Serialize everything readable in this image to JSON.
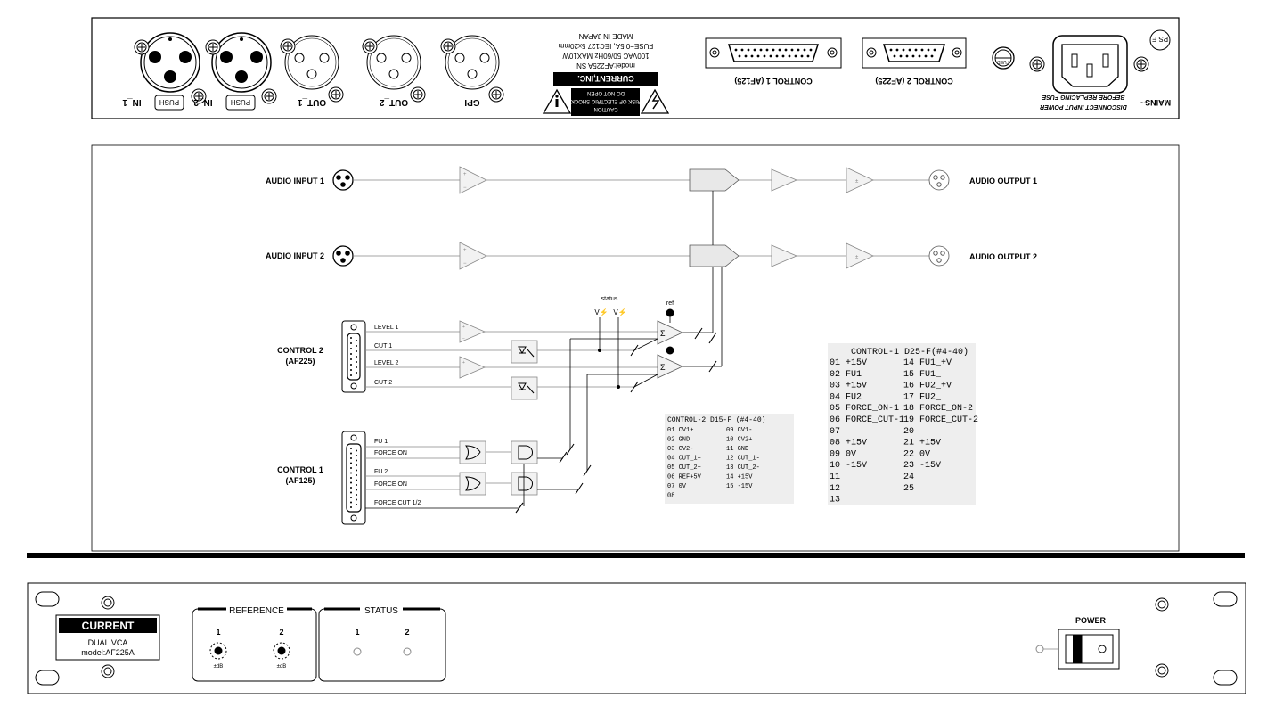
{
  "rear_panel": {
    "connectors": [
      {
        "label": "IN_1",
        "push": "PUSH"
      },
      {
        "label": "IN_2",
        "push": "PUSH"
      },
      {
        "label": "OUT_1"
      },
      {
        "label": "OUT_2"
      },
      {
        "label": "GPI"
      }
    ],
    "warning": {
      "caution": "CAUTION",
      "risk": "RISK OF ELECTRIC SHOCK",
      "do_not_open": "DO NOT OPEN",
      "company": "CURRENT,INC.",
      "model": "model:AF225A SN",
      "power": "100VAC 50/60Hz MAX10W",
      "fuse": "FUSE=0.5A, IEC127 5x20mm",
      "origin": "MADE IN JAPAN"
    },
    "control1_label": "CONTROL 1 (AF125)",
    "control2_label": "CONTROL 2 (AF225)",
    "fuse_label": "FUSE",
    "mains_label": "MAINS~",
    "disconnect_line1": "DISCONNECT INPUT POWER",
    "disconnect_line2": "BEFORE REPLACING FUSE",
    "ps_label": "PS E"
  },
  "diagram": {
    "audio_input_1": "AUDIO INPUT 1",
    "audio_input_2": "AUDIO INPUT 2",
    "audio_output_1": "AUDIO OUTPUT 1",
    "audio_output_2": "AUDIO OUTPUT 2",
    "control2_title": "CONTROL 2",
    "control2_sub": "(AF225)",
    "control1_title": "CONTROL 1",
    "control1_sub": "(AF125)",
    "level1": "LEVEL 1",
    "cut1": "CUT 1",
    "level2": "LEVEL 2",
    "cut2": "CUT 2",
    "fu1": "FU 1",
    "force_on_1": "FORCE ON",
    "fu2": "FU 2",
    "force_on_2": "FORCE ON",
    "force_cut": "FORCE CUT 1/2",
    "status": "status",
    "ref": "ref",
    "sigma": "Σ"
  },
  "control2_table": {
    "title": "CONTROL-2 D15-F (#4-40)",
    "left": [
      "01 CV1+",
      "02 GND",
      "03 CV2-",
      "04 CUT_1+",
      "05 CUT_2+",
      "06 REF+5V",
      "07 0V",
      "08"
    ],
    "right": [
      "09 CV1-",
      "10 CV2+",
      "11 GND",
      "12 CUT_1-",
      "13 CUT_2-",
      "14 +15V",
      "15 -15V",
      ""
    ]
  },
  "control1_table": {
    "title": "CONTROL-1 D25-F(#4-40)",
    "left": [
      "01 +15V",
      "02 FU1",
      "03 +15V",
      "04 FU2",
      "05 FORCE_ON-1",
      "06 FORCE_CUT-1",
      "07",
      "08 +15V",
      "09 0V",
      "10 -15V",
      "11",
      "12",
      "13"
    ],
    "right": [
      "14 FU1_+V",
      "15 FU1_",
      "16 FU2_+V",
      "17 FU2_",
      "18 FORCE_ON-2",
      "19 FORCE_CUT-2",
      "20",
      "21 +15V",
      "22 0V",
      "23 -15V",
      "24",
      "25",
      ""
    ]
  },
  "front_panel": {
    "brand": "CURRENT",
    "product": "DUAL VCA",
    "model": "model:AF225A",
    "reference": "REFERENCE",
    "status": "STATUS",
    "ref_ch1": "1",
    "ref_ch2": "2",
    "db1": "±dB",
    "db2": "±dB",
    "status_ch1": "1",
    "status_ch2": "2",
    "power": "POWER"
  }
}
